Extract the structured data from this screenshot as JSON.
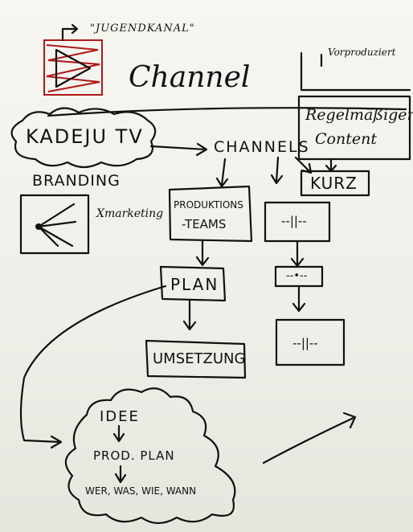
{
  "logo": {
    "caption": "\"JUGENDKANAL\"",
    "icon": "play-icon",
    "color": "#b01818"
  },
  "title": "Channel",
  "brand": "KADEJU TV",
  "channels": "CHANNELS",
  "vorproduziert": "Vorproduziert",
  "regelmaessig": {
    "line1": "Regelmäßiger",
    "line2": "Content"
  },
  "kurz": "KURZ",
  "branding": {
    "label": "BRANDING",
    "icon": "share-icon",
    "side": "Xmarketing"
  },
  "production_teams": {
    "line1": "PRODUKTIONS",
    "line2": "-TEAMS"
  },
  "ditto_1": "--||--",
  "ditto_2": "--•--",
  "ditto_3": "--||--",
  "plan": "PLAN",
  "umsetzung": "UMSETZUNG",
  "idea_cloud": {
    "idee": "IDEE",
    "prod_plan": "PROD. PLAN",
    "questions": "WER, WAS, WIE, WANN"
  },
  "ink_color": "#111111"
}
